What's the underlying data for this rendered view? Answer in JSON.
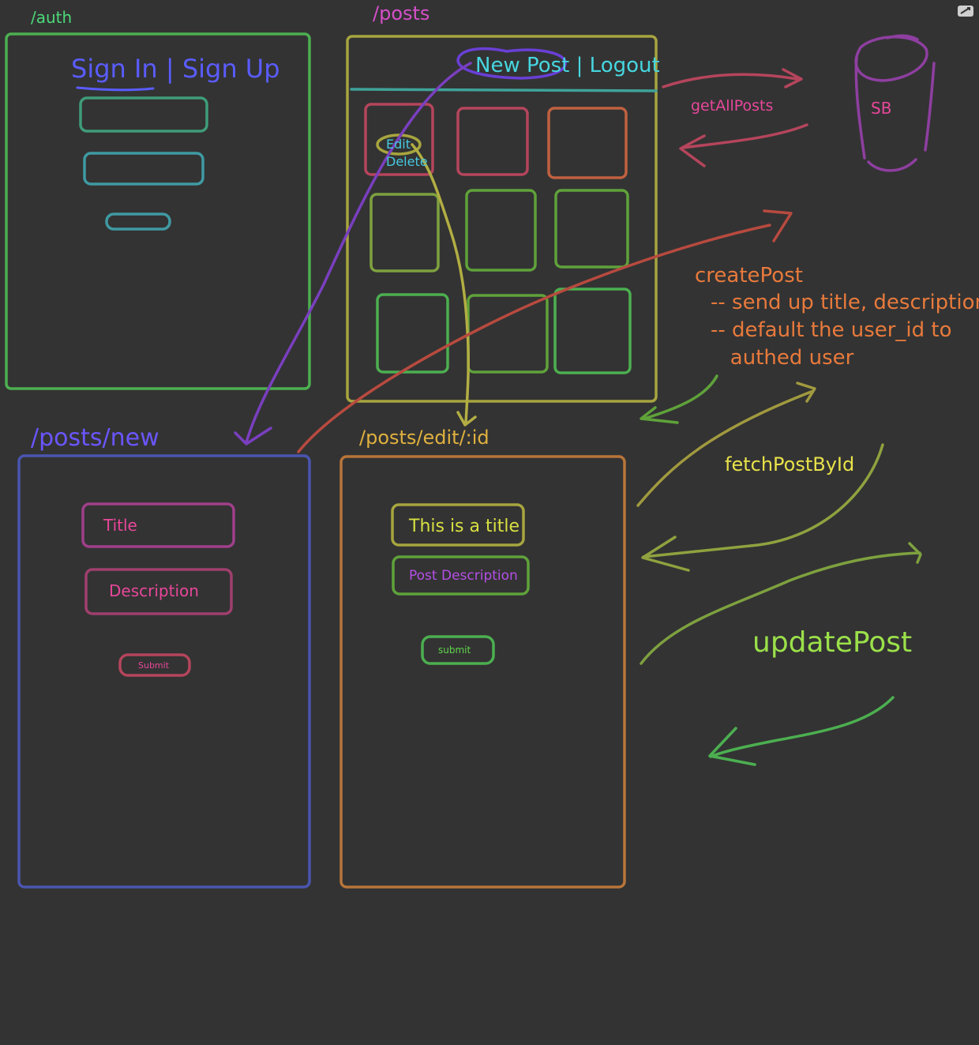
{
  "colors": {
    "background": "#333333",
    "auth": "#4caf50",
    "posts": "#a7a53f",
    "posts_label": "#d64fc9",
    "posts_new": "#4a55b0",
    "posts_new_label": "#6a56ff",
    "posts_edit": "#b8753a",
    "posts_edit_label": "#e0b13e",
    "db": "#8e3fa0",
    "db_label": "#e8479a",
    "get_all_posts": "#b5455c",
    "create_post": "#e87a3c",
    "fetch_post_by_id": "#b2ae43",
    "fetch_label": "#e8e24a",
    "update_post": "#5fa23a",
    "update_label": "#9be04a"
  },
  "auth": {
    "route": "/auth",
    "nav": "Sign In | Sign Up"
  },
  "posts": {
    "route": "/posts",
    "nav": "New Post | Logout",
    "card_actions": {
      "edit": "Edit",
      "delete": "Delete"
    }
  },
  "posts_new": {
    "route": "/posts/new",
    "title_field": "Title",
    "description_field": "Description",
    "submit": "Submit"
  },
  "posts_edit": {
    "route": "/posts/edit/:id",
    "title_field": "This is a title",
    "description_field": "Post Description",
    "submit": "submit"
  },
  "database": {
    "label": "SB"
  },
  "calls": {
    "get_all_posts": "getAllPosts",
    "create_post": {
      "title": "createPost",
      "lines": [
        "-- send up title, description",
        "-- default the user_id to",
        "   authed user"
      ]
    },
    "fetch_post_by_id": "fetchPostById",
    "update_post": "updatePost"
  },
  "icons": {
    "corner": "edit-toggle-icon"
  }
}
